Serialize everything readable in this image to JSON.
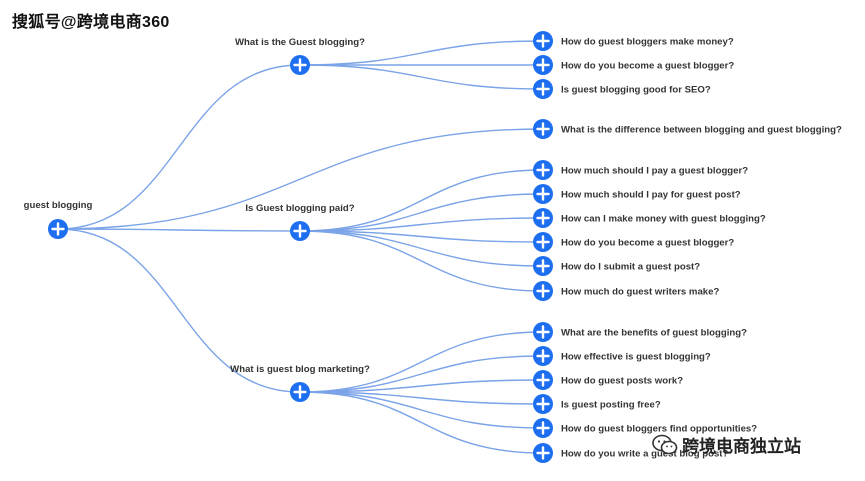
{
  "watermarks": {
    "top_left": "搜狐号@跨境电商360",
    "bottom_right": "跨境电商独立站"
  },
  "colors": {
    "node": "#1e6ff0",
    "edge": "#7aa3e8",
    "text": "#333333"
  },
  "icons": {
    "expand": "plus-circle-icon",
    "watermark": "wechat-icon"
  },
  "tree": {
    "label": "guest blogging",
    "children": [
      {
        "label": "What is the Guest blogging?",
        "children": [
          {
            "label": "How do guest bloggers make money?"
          },
          {
            "label": "How do you become a guest blogger?"
          },
          {
            "label": "Is guest blogging good for SEO?"
          }
        ]
      },
      {
        "label": "What is the difference between blogging and guest blogging?"
      },
      {
        "label": "Is Guest blogging paid?",
        "children": [
          {
            "label": "How much should I pay a guest blogger?"
          },
          {
            "label": "How much should I pay for guest post?"
          },
          {
            "label": "How can I make money with guest blogging?"
          },
          {
            "label": "How do you become a guest blogger?"
          },
          {
            "label": "How do I submit a guest post?"
          },
          {
            "label": "How much do guest writers make?"
          }
        ]
      },
      {
        "label": "What is guest blog marketing?",
        "children": [
          {
            "label": "What are the benefits of guest blogging?"
          },
          {
            "label": "How effective is guest blogging?"
          },
          {
            "label": "How do guest posts work?"
          },
          {
            "label": "Is guest posting free?"
          },
          {
            "label": "How do guest bloggers find opportunities?"
          },
          {
            "label": "How do you write a guest blog post?"
          }
        ]
      }
    ]
  }
}
